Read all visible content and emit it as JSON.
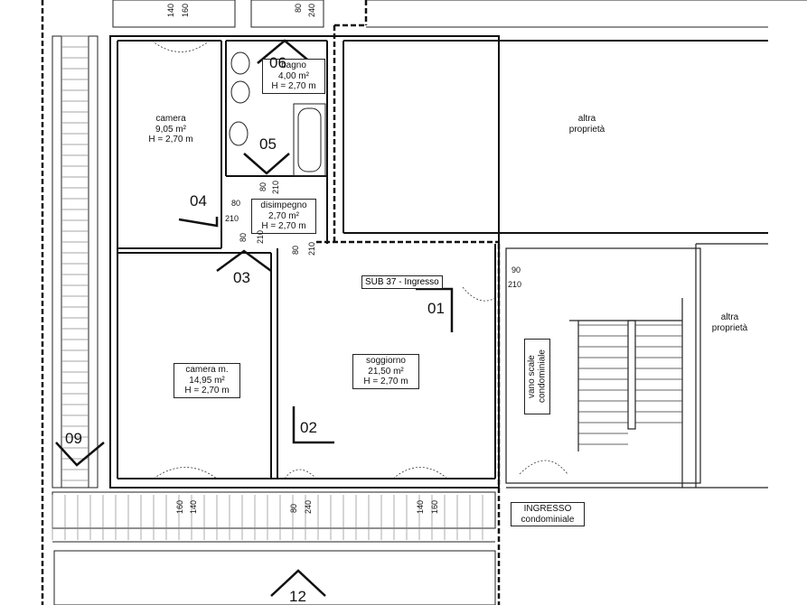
{
  "rooms": {
    "camera": {
      "name": "camera",
      "area": "9,05 m²",
      "height": "H = 2,70 m"
    },
    "bagno": {
      "name": "bagno",
      "area": "4,00 m²",
      "height": "H = 2,70 m"
    },
    "disimpegno": {
      "name": "disimpegno",
      "area": "2,70 m²",
      "height": "H = 2,70 m"
    },
    "camera_m": {
      "name": "camera m.",
      "area": "14,95 m²",
      "height": "H = 2,70 m"
    },
    "soggiorno": {
      "name": "soggiorno",
      "area": "21,50 m²",
      "height": "H = 2,70 m"
    }
  },
  "other": {
    "altra_top": "altra proprietà",
    "altra_right": "altra proprietà",
    "vano_scale": "vano scale condominiale",
    "ingresso_cond": "INGRESSO condominiale",
    "sub_label": "SUB 37 - Ingresso"
  },
  "views": [
    "01",
    "02",
    "03",
    "04",
    "05",
    "06",
    "09",
    "12"
  ],
  "dims": {
    "w1a": "140",
    "w1b": "160",
    "w2a": "80",
    "w2b": "240",
    "d04a": "80",
    "d04b": "210",
    "d05a": "80",
    "d05b": "210",
    "d03a": "80",
    "d03b": "210",
    "dsa": "80",
    "dsb": "210",
    "entry_a": "90",
    "entry_b": "210",
    "b1a": "160",
    "b1b": "140",
    "b2a": "80",
    "b2b": "240",
    "b3a": "140",
    "b3b": "160"
  }
}
